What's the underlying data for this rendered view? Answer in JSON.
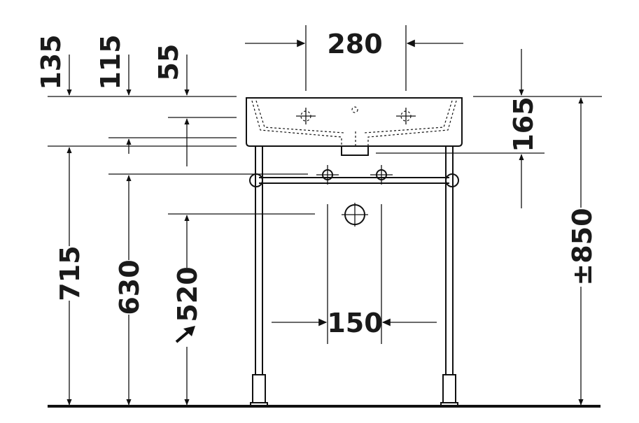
{
  "dimensions": {
    "d280": "280",
    "d135": "135",
    "d115": "115",
    "d55": "55",
    "d165": "165",
    "d850": "850",
    "d715": "715",
    "d630": "630",
    "d520": "520",
    "d150": "150",
    "tolerance": "±"
  },
  "colors": {
    "line": "#111111",
    "text": "#1a1a1a",
    "floor": "#111111"
  },
  "icons": {
    "arrow_520": "diagonal-arrow-icon",
    "tap_hole": "tap-hole-icon",
    "waste": "waste-outlet-icon"
  }
}
